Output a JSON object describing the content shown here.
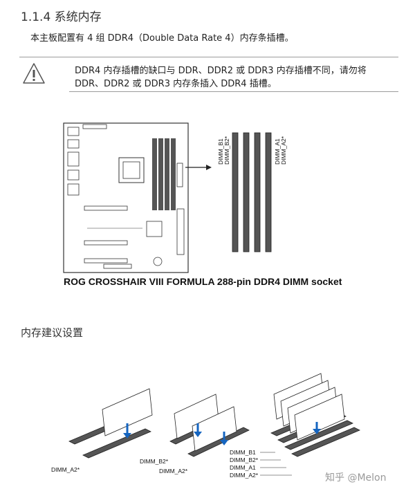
{
  "section": {
    "title": "1.1.4 系统内存",
    "intro": "本主板配置有 4 组 DDR4（Double Data Rate 4）内存条插槽。"
  },
  "warning": {
    "icon": "warning-triangle-icon",
    "line1": "DDR4 内存插槽的缺口与 DDR、DDR2 或 DDR3 内存插槽不同，请勿将",
    "line2": "DDR、DDR2 或 DDR3 内存条插入 DDR4 插槽。"
  },
  "board": {
    "caption": "ROG CROSSHAIR VIII FORMULA 288-pin DDR4 DIMM socket",
    "slot_labels": [
      "DIMM_B1",
      "DIMM_B2*",
      "DIMM_A1",
      "DIMM_A2*"
    ]
  },
  "recommend": {
    "heading": "内存建议设置",
    "config1": {
      "labels": [
        "DIMM_A2*"
      ]
    },
    "config2": {
      "labels": [
        "DIMM_B2*",
        "DIMM_A2*"
      ]
    },
    "config3": {
      "labels": [
        "DIMM_B1",
        "DIMM_B2*",
        "DIMM_A1",
        "DIMM_A2*"
      ]
    }
  },
  "watermark": "知乎 @Melon"
}
